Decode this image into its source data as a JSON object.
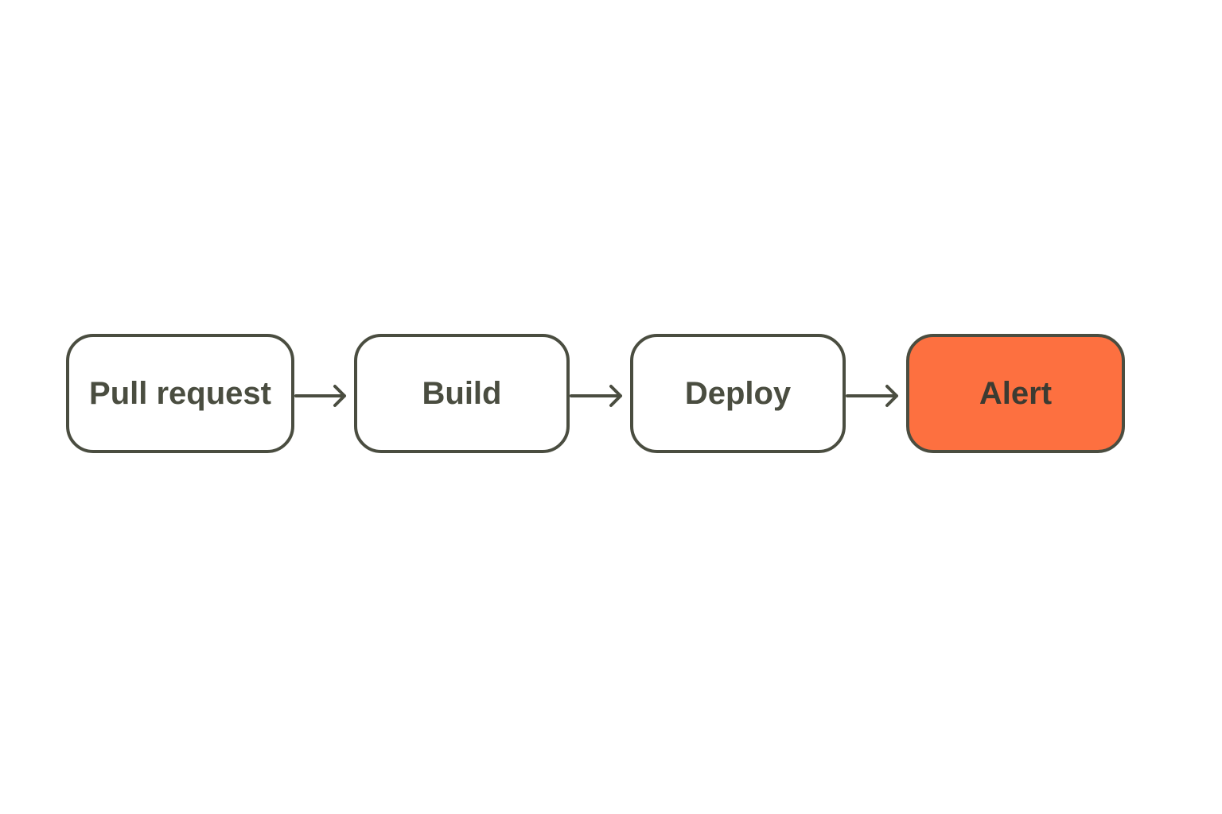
{
  "diagram": {
    "type": "flowchart",
    "direction": "left-to-right",
    "colors": {
      "stroke": "#4a4d40",
      "text": "#4a4d40",
      "node_fill": "#ffffff",
      "highlight_fill": "#fd7040",
      "highlight_text": "#3c3b32",
      "background": "#ffffff"
    },
    "nodes": [
      {
        "id": "pull-request",
        "label": "Pull request",
        "highlight": false
      },
      {
        "id": "build",
        "label": "Build",
        "highlight": false
      },
      {
        "id": "deploy",
        "label": "Deploy",
        "highlight": false
      },
      {
        "id": "alert",
        "label": "Alert",
        "highlight": true
      }
    ],
    "edges": [
      {
        "from": "pull-request",
        "to": "build"
      },
      {
        "from": "build",
        "to": "deploy"
      },
      {
        "from": "deploy",
        "to": "alert"
      }
    ]
  }
}
